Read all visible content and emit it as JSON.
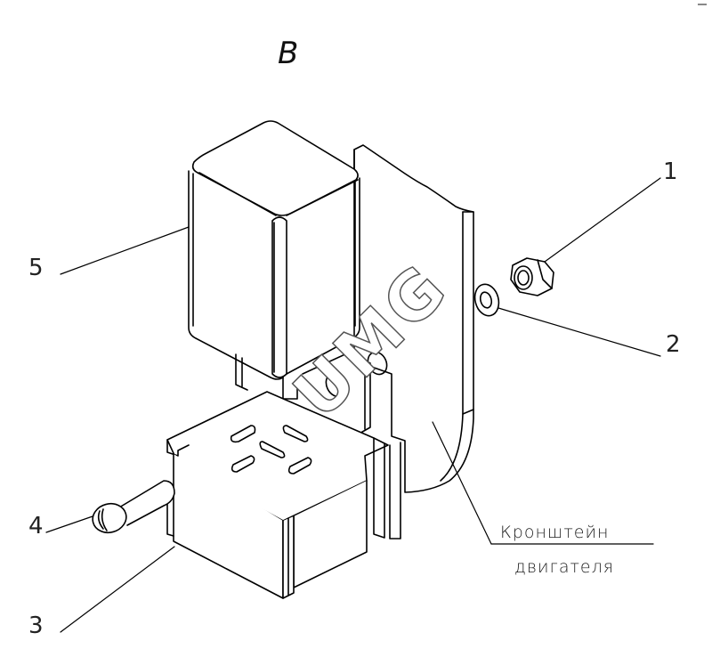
{
  "drawing": {
    "view_label": "B",
    "watermark": "UMG",
    "callouts": [
      {
        "number": "1",
        "part": "nut"
      },
      {
        "number": "2",
        "part": "washer"
      },
      {
        "number": "3",
        "part": "relay-socket"
      },
      {
        "number": "4",
        "part": "bolt"
      },
      {
        "number": "5",
        "part": "relay"
      }
    ],
    "bracket_label": {
      "line1": "Кронштейн",
      "line2": "двигателя"
    }
  },
  "colors": {
    "line": "#000000",
    "background": "#ffffff",
    "watermark": "#777777"
  }
}
